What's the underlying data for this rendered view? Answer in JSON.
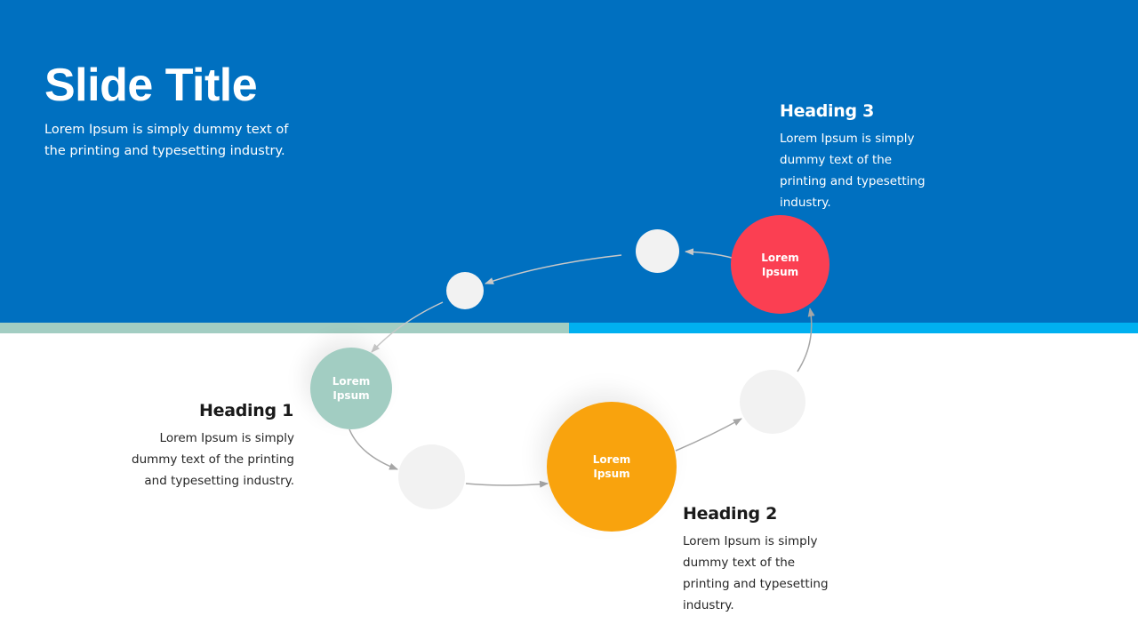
{
  "slide": {
    "title": "Slide Title",
    "subtitle": "Lorem Ipsum is simply dummy text of the printing and typesetting industry."
  },
  "colors": {
    "header_blue": "#0070c0",
    "bar_mint": "#a2cdc2",
    "bar_sky": "#00b0f0",
    "mint": "#a2cdc2",
    "orange": "#f9a30d",
    "red": "#fb3f52",
    "small_circle": "#f2f2f2",
    "arrow": "#a6a6a6"
  },
  "steps": [
    {
      "heading": "Heading 1",
      "description": "Lorem Ipsum is simply dummy text of the printing and typesetting industry.",
      "circle_label": "Lorem Ipsum",
      "color": "#a2cdc2"
    },
    {
      "heading": "Heading 2",
      "description": "Lorem Ipsum is simply dummy text of the printing and typesetting industry.",
      "circle_label": "Lorem Ipsum",
      "color": "#f9a30d"
    },
    {
      "heading": "Heading 3",
      "description": "Lorem Ipsum is simply dummy text of the printing and typesetting industry.",
      "circle_label": "Lorem Ipsum",
      "color": "#fb3f52"
    }
  ]
}
